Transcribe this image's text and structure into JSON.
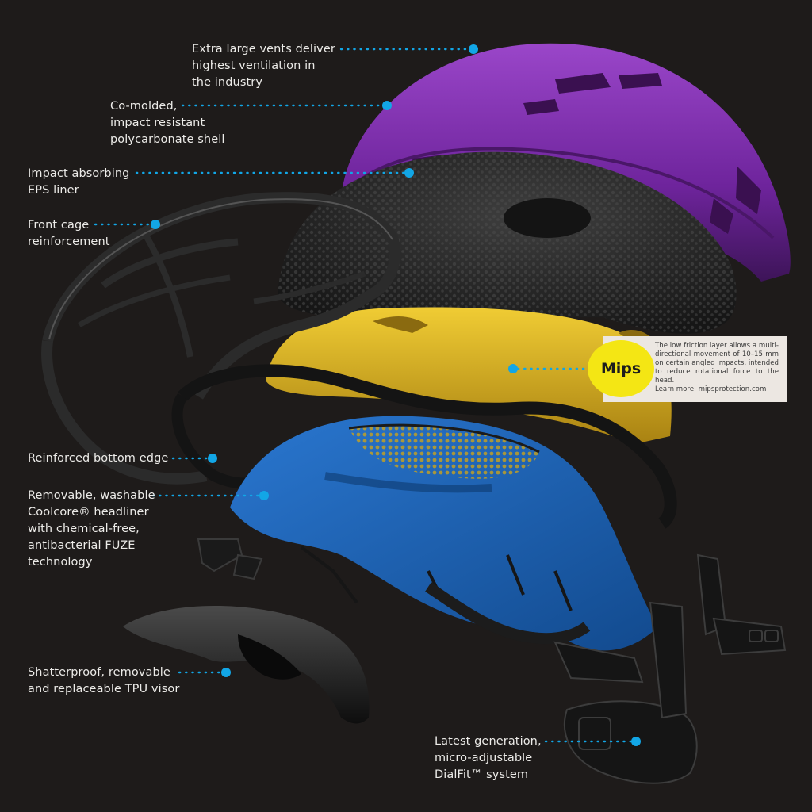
{
  "callouts": [
    {
      "id": "vents",
      "text": "Extra large vents deliver\nhighest ventilation in\nthe industry"
    },
    {
      "id": "shell",
      "text": "Co-molded,\nimpact resistant\npolycarbonate shell"
    },
    {
      "id": "eps",
      "text": "Impact absorbing\nEPS liner"
    },
    {
      "id": "cage",
      "text": "Front cage\nreinforcement"
    },
    {
      "id": "edge",
      "text": "Reinforced bottom edge"
    },
    {
      "id": "liner",
      "text": "Removable, washable\nCoolcore® headliner\nwith chemical-free,\nantibacterial FUZE\ntechnology"
    },
    {
      "id": "visor",
      "text": "Shatterproof, removable\nand replaceable TPU visor"
    },
    {
      "id": "dial",
      "text": "Latest generation,\nmicro-adjustable\nDialFit™ system"
    }
  ],
  "mips": {
    "logo": "Mips",
    "description": "The low friction layer allows a multi-directional movement of 10–15 mm on certain angled impacts, intended to reduce rotational force to the head.",
    "learn_more": "Learn more: mipsprotection.com"
  },
  "colors": {
    "background": "#1e1b1a",
    "shell": "#7b2fa8",
    "eps": "#2a2a2a",
    "mips_layer": "#e0b71d",
    "headliner": "#1f62b8",
    "pointer": "#12a6e6",
    "mips_logo": "#f4e614"
  }
}
